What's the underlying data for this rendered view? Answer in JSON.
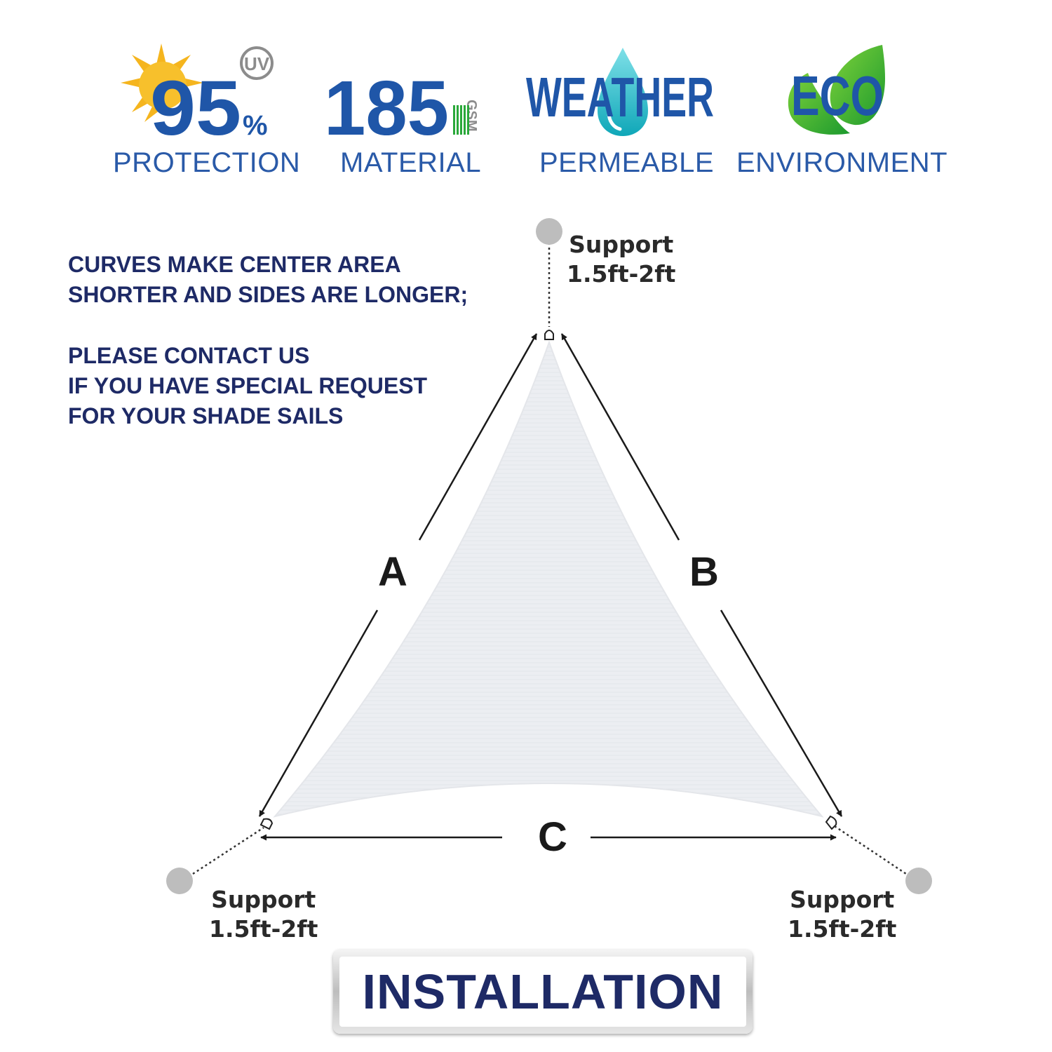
{
  "features": [
    {
      "id": "uv",
      "value": "95",
      "unit": "%",
      "badge": "UV",
      "label": "PROTECTION",
      "icon": "sun-icon"
    },
    {
      "id": "gsm",
      "value": "185",
      "unit": "GSM",
      "label": "MATERIAL",
      "icon": "fabric-bars-icon"
    },
    {
      "id": "weather",
      "value": "WEATHER",
      "label": "PERMEABLE",
      "icon": "water-drop-icon"
    },
    {
      "id": "eco",
      "value": "ECO",
      "label": "ENVIRONMENT",
      "icon": "leaf-icon"
    }
  ],
  "notes": {
    "line1": "CURVES MAKE CENTER AREA",
    "line2": "SHORTER AND SIDES ARE LONGER;",
    "line3": "PLEASE CONTACT US",
    "line4": "IF YOU HAVE SPECIAL REQUEST",
    "line5": "FOR YOUR SHADE SAILS"
  },
  "diagram": {
    "sides": {
      "a": "A",
      "b": "B",
      "c": "C"
    },
    "support_top": {
      "line1": "Support",
      "line2": "1.5ft-2ft"
    },
    "support_left": {
      "line1": "Support",
      "line2": "1.5ft-2ft"
    },
    "support_right": {
      "line1": "Support",
      "line2": "1.5ft-2ft"
    }
  },
  "footer": {
    "title": "INSTALLATION"
  },
  "colors": {
    "brand_blue": "#1f56a8",
    "label_blue": "#2a5aa8",
    "navy": "#1e2a66",
    "eco_green": "#2aa83a",
    "water": "#22b8c8",
    "sun": "#f5b51e",
    "support_dot": "#bdbdbd"
  }
}
